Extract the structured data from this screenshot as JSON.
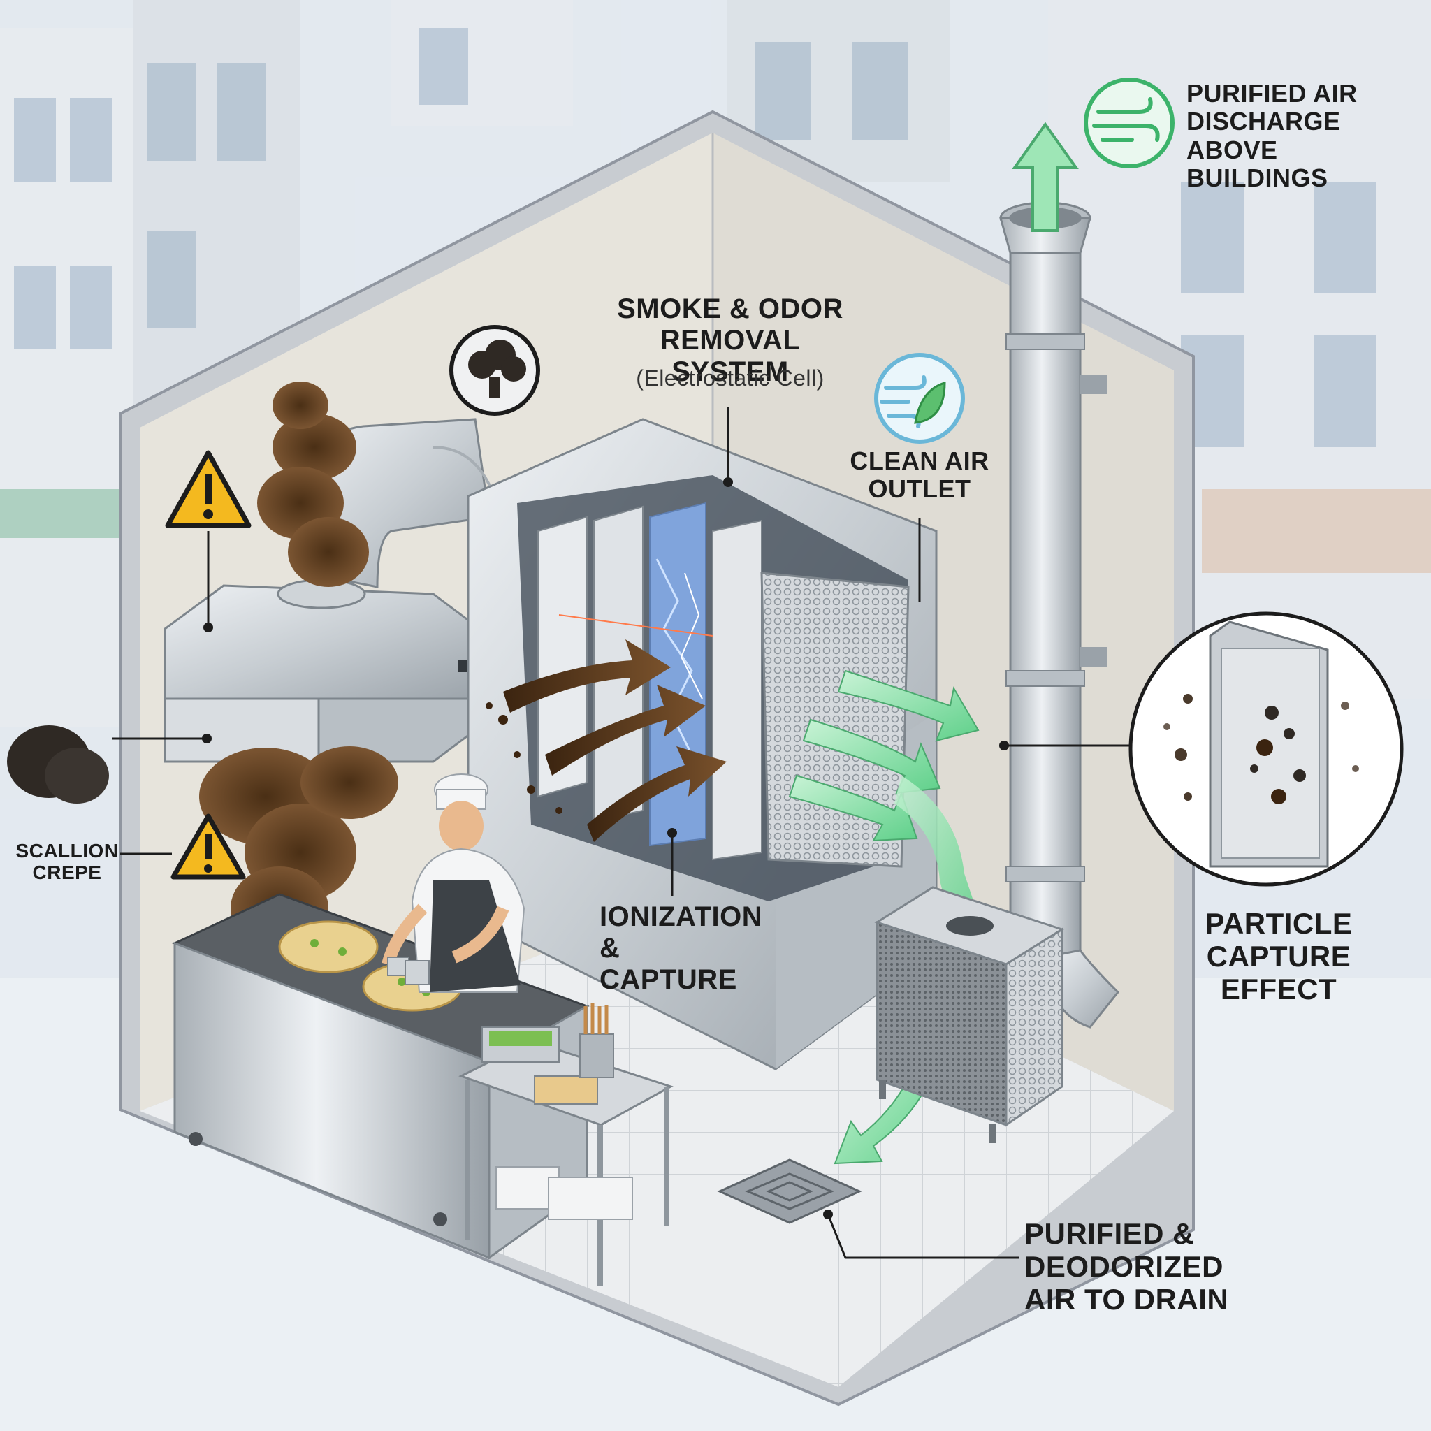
{
  "labels": {
    "system_title": [
      "SMOKE & ODOR",
      "REMOVAL SYSTEM"
    ],
    "system_subtitle": "(Electrostatic Cell)",
    "clean_air_outlet": [
      "CLEAN AIR",
      "OUTLET"
    ],
    "purified_discharge": [
      "PURIFIED AIR",
      "DISCHARGE",
      "ABOVE BUILDINGS"
    ],
    "scallion_crepe": [
      "SCALLION",
      "CREPE"
    ],
    "ionization_capture": [
      "IONIZATION",
      "& CAPTURE"
    ],
    "particle_capture": [
      "PARTICLE",
      "CAPTURE",
      "EFFECT"
    ],
    "purified_drain": [
      "PURIFIED &",
      "DEODORIZED",
      "AIR TO DRAIN"
    ]
  },
  "icons": {
    "warning_top": "warning-triangle-icon",
    "warning_bottom": "warning-triangle-icon",
    "smoke_badge": "smoke-cloud-icon",
    "clean_air_badge": "wind-leaf-icon",
    "discharge_badge": "wind-icon"
  },
  "colors": {
    "smoke": "#5a3a1e",
    "clean_air": "#5fd08a",
    "steel": "#c9ced3",
    "warning": "#f4b91f",
    "badge_green": "#3cb36a",
    "badge_blue": "#6ab7d8"
  }
}
